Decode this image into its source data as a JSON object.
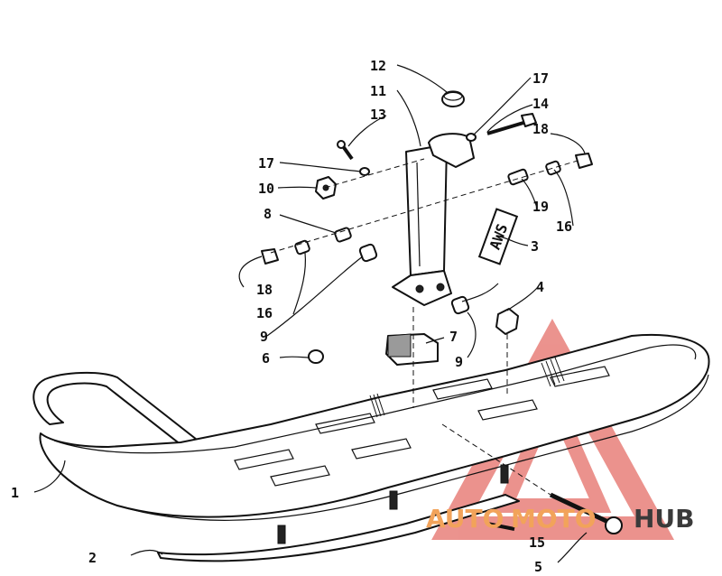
{
  "callouts": [
    {
      "id": "c1",
      "label": "1"
    },
    {
      "id": "c2",
      "label": "2"
    },
    {
      "id": "c3",
      "label": "3"
    },
    {
      "id": "c4",
      "label": "4"
    },
    {
      "id": "c5",
      "label": "5"
    },
    {
      "id": "c6",
      "label": "6"
    },
    {
      "id": "c7",
      "label": "7"
    },
    {
      "id": "c8",
      "label": "8"
    },
    {
      "id": "c9a",
      "label": "9"
    },
    {
      "id": "c9b",
      "label": "9"
    },
    {
      "id": "c10",
      "label": "10"
    },
    {
      "id": "c11",
      "label": "11"
    },
    {
      "id": "c12",
      "label": "12"
    },
    {
      "id": "c13",
      "label": "13"
    },
    {
      "id": "c14",
      "label": "14"
    },
    {
      "id": "c15",
      "label": "15"
    },
    {
      "id": "c16a",
      "label": "16"
    },
    {
      "id": "c16b",
      "label": "16"
    },
    {
      "id": "c17a",
      "label": "17"
    },
    {
      "id": "c17b",
      "label": "17"
    },
    {
      "id": "c18a",
      "label": "18"
    },
    {
      "id": "c18b",
      "label": "18"
    },
    {
      "id": "c19",
      "label": "19"
    }
  ],
  "decal_text": "AWS",
  "watermark": {
    "auto": "AUTO",
    "moto": "MOTO",
    "hub": "HUB",
    "accent_color": "#e8807a",
    "dark_color": "#3a3a3a",
    "orange_color": "#f2a35a"
  }
}
